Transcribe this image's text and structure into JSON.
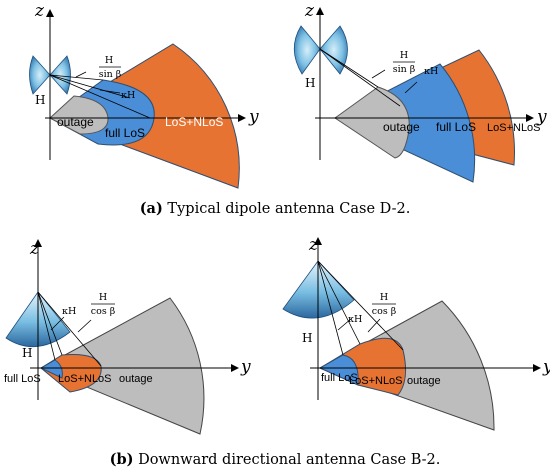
{
  "colors": {
    "orange": "#E67332",
    "blue": "#4A8ED8",
    "gray": "#BDBDBD",
    "light_blue": "#79BDE0",
    "dark_blue": "#2F6FA8"
  },
  "panel_a": {
    "caption_letter": "(a)",
    "caption_text": " Typical dipole antenna Case D-2.",
    "left": {
      "z": "z",
      "y": "y",
      "H": "H",
      "frac_num": "H",
      "frac_den": "sin β",
      "kappa": "κH",
      "outage": "outage",
      "full_los": "full LoS",
      "los_nlos": "LoS+NLoS"
    },
    "right": {
      "z": "z",
      "y": "y",
      "H": "H",
      "frac_num": "H",
      "frac_den": "sin β",
      "kappa": "κH",
      "outage": "outage",
      "full_los": "full LoS",
      "los_nlos": "LoS+NLoS"
    }
  },
  "panel_b": {
    "caption_letter": "(b)",
    "caption_text": " Downward directional antenna Case B-2.",
    "left": {
      "z": "z",
      "y": "y",
      "H": "H",
      "frac_num": "H",
      "frac_den": "cos β",
      "kappa": "κH",
      "outage": "outage",
      "full_los": "full LoS",
      "los_nlos": "LoS+NLoS"
    },
    "right": {
      "z": "z",
      "y": "y",
      "H": "H",
      "frac_num": "H",
      "frac_den": "cos β",
      "kappa": "κH",
      "outage": "outage",
      "full_los": "full LoS",
      "los_nlos": "LoS+NLoS"
    }
  }
}
